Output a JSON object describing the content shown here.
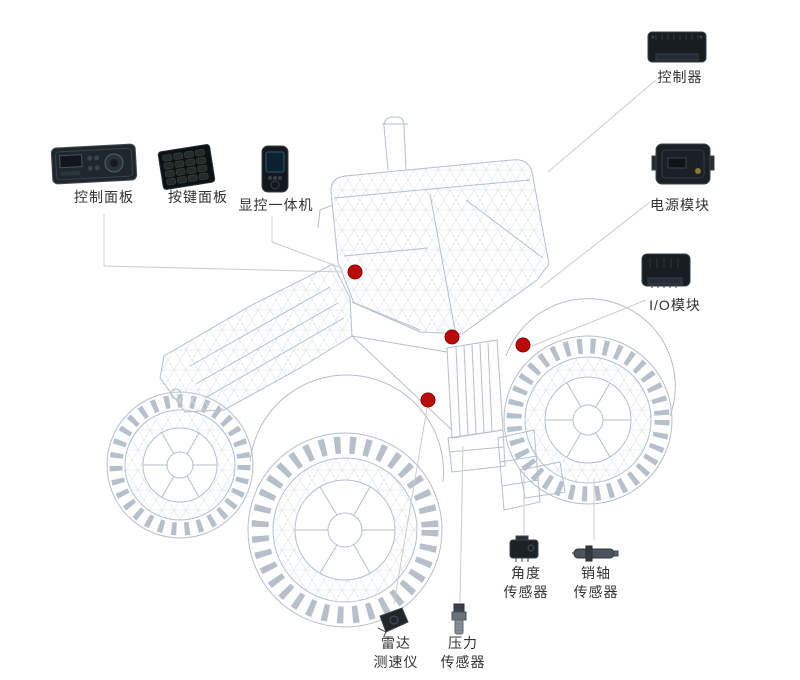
{
  "colors": {
    "marker": "#b80b0b",
    "marker_stroke": "#8f0000",
    "connector": "#cccccc",
    "wireframe": "#b7bfca",
    "mesh": "#dfe4ea",
    "label_text": "#333333",
    "background": "#ffffff"
  },
  "components": {
    "control_panel": {
      "label": "控制面板"
    },
    "keypad_panel": {
      "label": "按键面板"
    },
    "display_unit": {
      "label": "显控一体机"
    },
    "controller": {
      "label": "控制器"
    },
    "power_module": {
      "label": "电源模块"
    },
    "io_module": {
      "label": "I/O模块"
    },
    "angle_sensor": {
      "label_line1": "角度",
      "label_line2": "传感器"
    },
    "pin_sensor": {
      "label_line1": "销轴",
      "label_line2": "传感器"
    },
    "radar_speed_meter": {
      "label_line1": "雷达",
      "label_line2": "测速仪"
    },
    "pressure_sensor": {
      "label_line1": "压力",
      "label_line2": "传感器"
    }
  }
}
